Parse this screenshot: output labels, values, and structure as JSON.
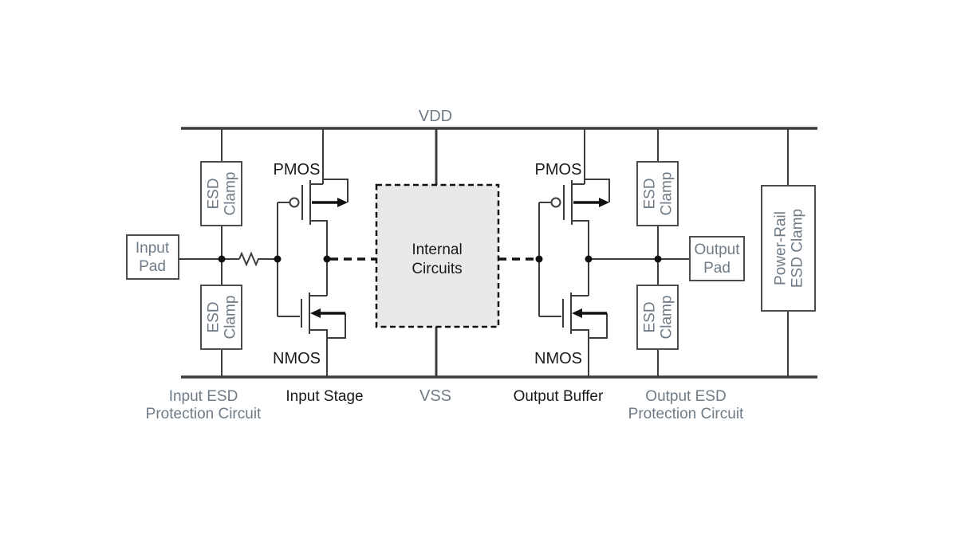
{
  "figure": {
    "title_semantic": "CMOS I/O ESD protection scheme diagram",
    "rails": {
      "vdd_label": "VDD",
      "vss_label": "VSS"
    },
    "stages": {
      "pmos_label": "PMOS",
      "nmos_label": "NMOS",
      "input_stage_caption": "Input Stage",
      "output_buffer_caption": "Output Buffer"
    },
    "pads": {
      "input": {
        "line1": "Input",
        "line2": "Pad"
      },
      "output": {
        "line1": "Output",
        "line2": "Pad"
      }
    },
    "clamps": {
      "esd": {
        "line1": "ESD",
        "line2": "Clamp"
      },
      "power_rail": {
        "line1": "Power-Rail",
        "line2": "ESD Clamp"
      }
    },
    "internal_circuits": {
      "line1": "Internal",
      "line2": "Circuits"
    },
    "captions": {
      "input_esd": {
        "line1": "Input ESD",
        "line2": "Protection Circuit"
      },
      "output_esd": {
        "line1": "Output ESD",
        "line2": "Protection Circuit"
      }
    },
    "colors": {
      "label_gray": "#6f7b86",
      "label_black": "#1a1a1a",
      "line": "#3d3d3d",
      "box_border": "#4d4d4d",
      "internal_fill": "#e9e9e9",
      "background": "#ffffff"
    }
  }
}
